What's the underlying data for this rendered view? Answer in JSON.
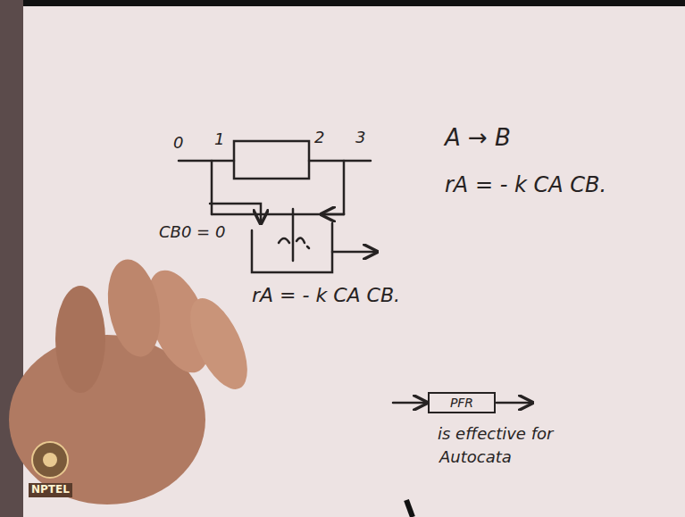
{
  "diagram": {
    "nodes": [
      {
        "text": [
          "PFR"
        ]
      }
    ],
    "labels": [
      "0",
      "1",
      "2",
      "3",
      "A → B",
      "rA = - k CA CB.",
      "CB0 = 0",
      "rA = - k CA CB.",
      "is effective for",
      "Autocata",
      "NPTEL"
    ]
  }
}
